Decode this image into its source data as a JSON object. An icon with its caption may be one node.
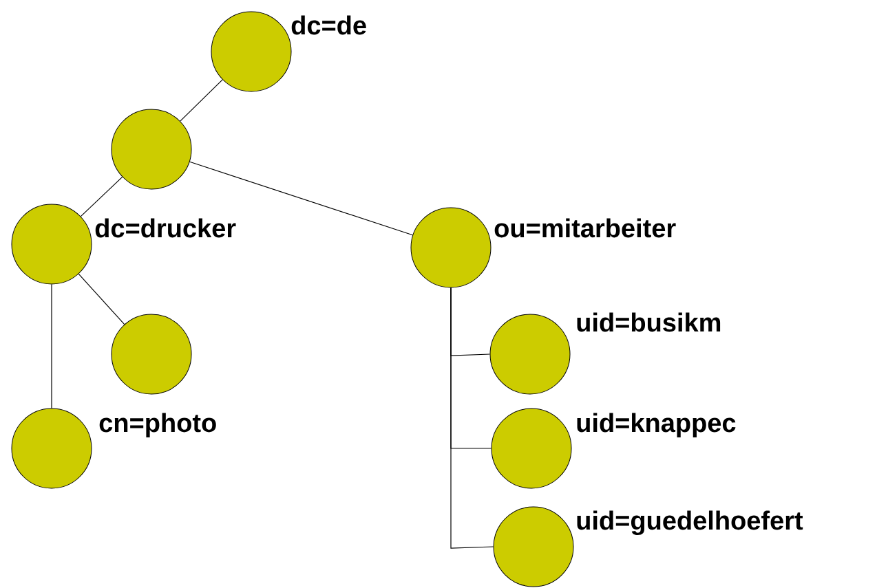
{
  "diagram": {
    "nodes": [
      {
        "text": [
          "dc=de"
        ]
      },
      {
        "text": [],
        "shape": "circle"
      },
      {
        "text": [
          "dc=drucker"
        ]
      },
      {
        "text": [
          "ou=mitarbeiter"
        ]
      },
      {
        "text": [],
        "shape": "circle"
      },
      {
        "text": [
          "cn=photo"
        ]
      },
      {
        "text": [
          "uid=busikm"
        ]
      },
      {
        "text": [
          "uid=knappec"
        ]
      },
      {
        "text": [
          "uid=guedelhoefert"
        ]
      }
    ],
    "edges": [
      {
        "from": 0,
        "to": 1,
        "arrow": "none"
      },
      {
        "from": 1,
        "to": 2,
        "arrow": "none"
      },
      {
        "from": 1,
        "to": 3,
        "arrow": "none"
      },
      {
        "from": 2,
        "to": 4,
        "arrow": "none"
      },
      {
        "from": 2,
        "to": 5,
        "arrow": "none"
      },
      {
        "from": 3,
        "to": 6,
        "arrow": "none"
      },
      {
        "from": 3,
        "to": 7,
        "arrow": "none"
      },
      {
        "from": 3,
        "to": 8,
        "arrow": "none"
      }
    ]
  }
}
